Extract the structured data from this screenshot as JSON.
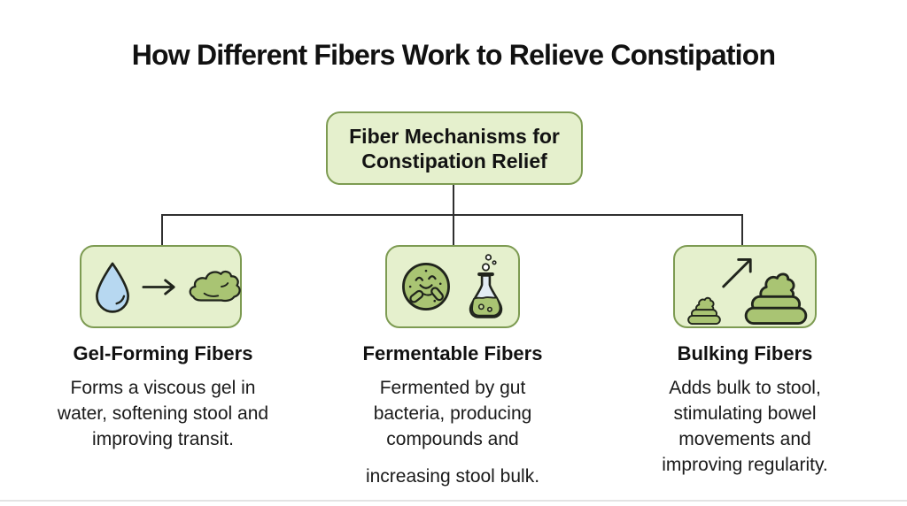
{
  "title": "How Different Fibers Work to Relieve Constipation",
  "root": {
    "label_lines": [
      "Fiber Mechanisms for",
      "Constipation Relief"
    ]
  },
  "branches": [
    {
      "id": "gel-forming",
      "heading": "Gel-Forming Fibers",
      "description_lines": [
        "Forms a viscous gel in",
        "water, softening stool and",
        "improving transit."
      ],
      "icons": [
        "water-drop",
        "arrow-right",
        "gel-stool"
      ]
    },
    {
      "id": "fermentable",
      "heading": "Fermentable Fibers",
      "description_lines": [
        "Fermented by gut",
        "bacteria, producing",
        "compounds and"
      ],
      "description_extra": "increasing stool bulk.",
      "icons": [
        "gut-bacteria",
        "flask"
      ]
    },
    {
      "id": "bulking",
      "heading": "Bulking Fibers",
      "description_lines": [
        "Adds bulk to stool,",
        "stimulating bowel",
        "movements and",
        "improving regularity."
      ],
      "icons": [
        "small-stool",
        "growth-arrow",
        "large-stool"
      ]
    }
  ],
  "colors": {
    "background": "#ffffff",
    "node_fill": "#e5f0cd",
    "node_border": "#7d9b52",
    "connector": "#2f2f2f",
    "text": "#121212",
    "icon_green": "#a9c473",
    "icon_outline": "#20241c",
    "water_blue": "#b7d8f1",
    "glass_blue": "#e2ecf4"
  }
}
